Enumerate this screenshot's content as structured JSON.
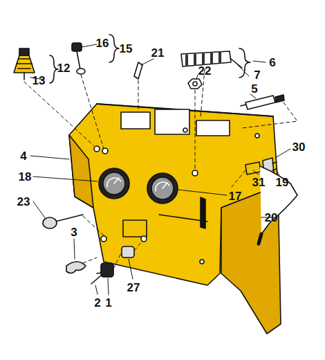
{
  "diagram": {
    "labels": [
      "16",
      "15",
      "21",
      "12",
      "13",
      "6",
      "7",
      "22",
      "5",
      "4",
      "30",
      "18",
      "31",
      "19",
      "17",
      "23",
      "20",
      "3",
      "2",
      "1",
      "27"
    ]
  }
}
